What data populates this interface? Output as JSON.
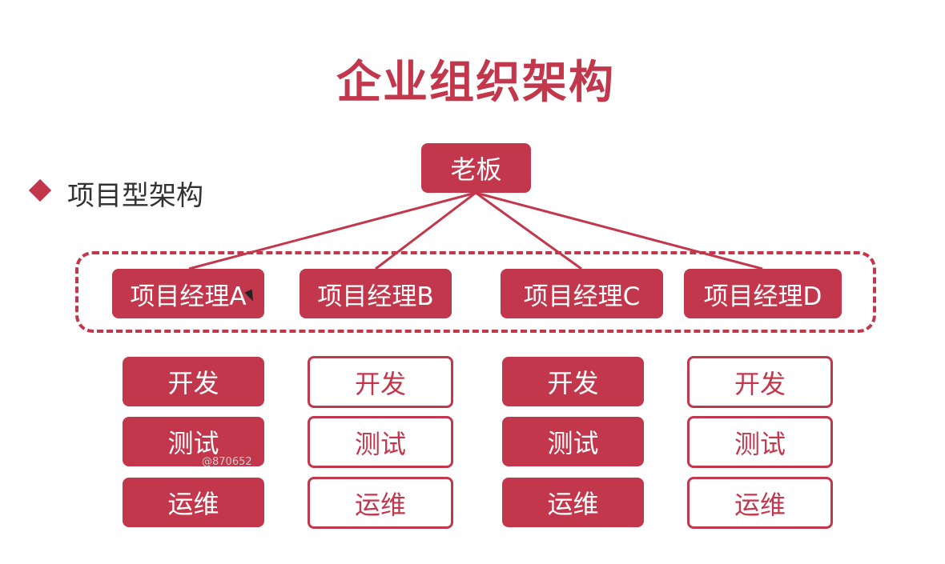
{
  "title": "企业组织架构",
  "subtitle": "项目型架构",
  "colors": {
    "accent": "#c2374b",
    "text": "#333333",
    "background": "#ffffff"
  },
  "diagram": {
    "root": "老板",
    "managers": [
      "项目经理A",
      "项目经理B",
      "项目经理C",
      "项目经理D"
    ],
    "teams": [
      {
        "style": "filled",
        "roles": [
          "开发",
          "测试",
          "运维"
        ]
      },
      {
        "style": "outline",
        "roles": [
          "开发",
          "测试",
          "运维"
        ]
      },
      {
        "style": "filled",
        "roles": [
          "开发",
          "测试",
          "运维"
        ]
      },
      {
        "style": "outline",
        "roles": [
          "开发",
          "测试",
          "运维"
        ]
      }
    ]
  },
  "watermark": "@870652"
}
